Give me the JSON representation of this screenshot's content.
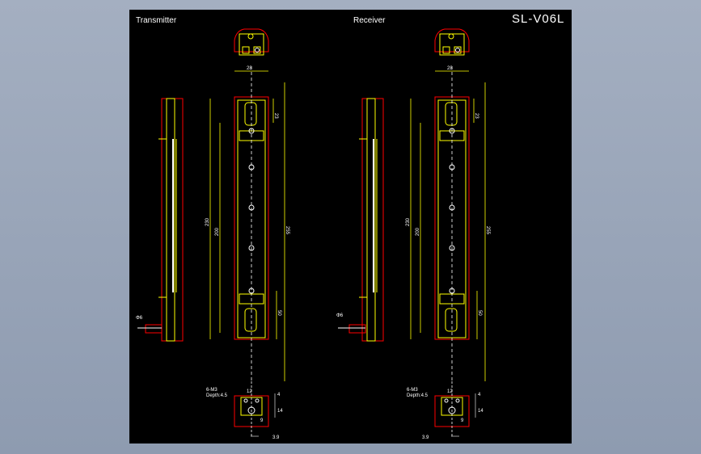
{
  "drawing": {
    "title": "SL-V06L",
    "transmitter_label": "Transmitter",
    "receiver_label": "Receiver"
  },
  "dimensions": {
    "width_top": "28",
    "top_offset": "23",
    "total_length": "230",
    "pitch_span": "200",
    "overall_length": "255",
    "bottom_offset": "50",
    "cable_dia": "Φ6",
    "bottom_width": "12",
    "bottom_height": "4",
    "bottom_depth": "14",
    "bottom_side": "9",
    "offset_small": "3.9"
  },
  "notes": {
    "thread": "6-M3",
    "depth": "Depth:4.5"
  },
  "colors": {
    "background": "#000000",
    "outline": "#ffff00",
    "section": "#ff0000",
    "dimension": "#ffffff",
    "frame": "#8e9bb0"
  }
}
